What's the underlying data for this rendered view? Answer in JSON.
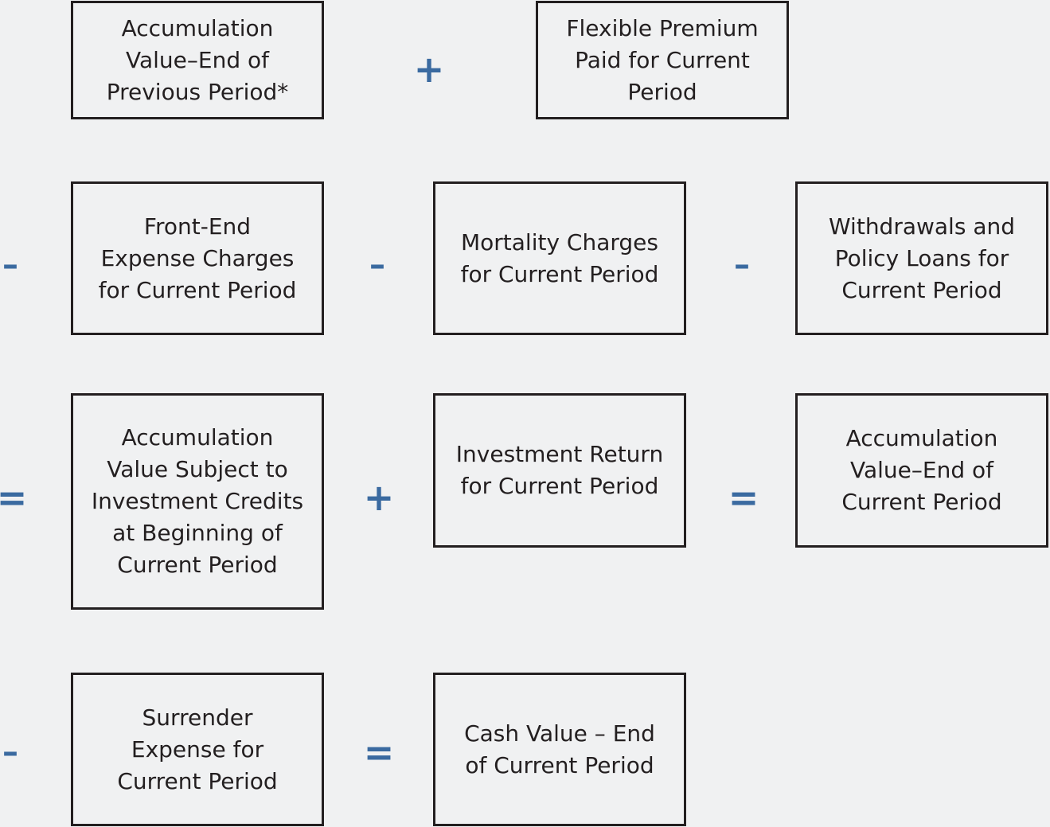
{
  "boxes": {
    "accumulation_value_previous": "Accumulation\nValue–End of\nPrevious Period*",
    "flexible_premium": "Flexible Premium\nPaid for Current\nPeriod",
    "front_end_expense": "Front-End\nExpense Charges\nfor Current Period",
    "mortality_charges": "Mortality Charges\nfor Current Period",
    "withdrawals_loans": "Withdrawals and\nPolicy Loans for\nCurrent Period",
    "accumulation_value_subject": "Accumulation\nValue Subject to\nInvestment Credits\nat Beginning of\nCurrent Period",
    "investment_return": "Investment Return\nfor Current Period",
    "accumulation_value_current": "Accumulation\nValue–End of\nCurrent Period",
    "surrender_expense": "Surrender\nExpense for\nCurrent Period",
    "cash_value": "Cash Value – End\nof Current Period"
  },
  "operators": {
    "plus_premium": "+",
    "minus_front_end": "–",
    "minus_mortality": "–",
    "minus_withdrawals": "–",
    "equals_subject": "=",
    "plus_investment": "+",
    "equals_current": "=",
    "minus_surrender": "–",
    "equals_cash": "="
  },
  "colors": {
    "operator": "#3a6aa0",
    "box_border": "#231f20",
    "background": "#f0f1f2"
  }
}
